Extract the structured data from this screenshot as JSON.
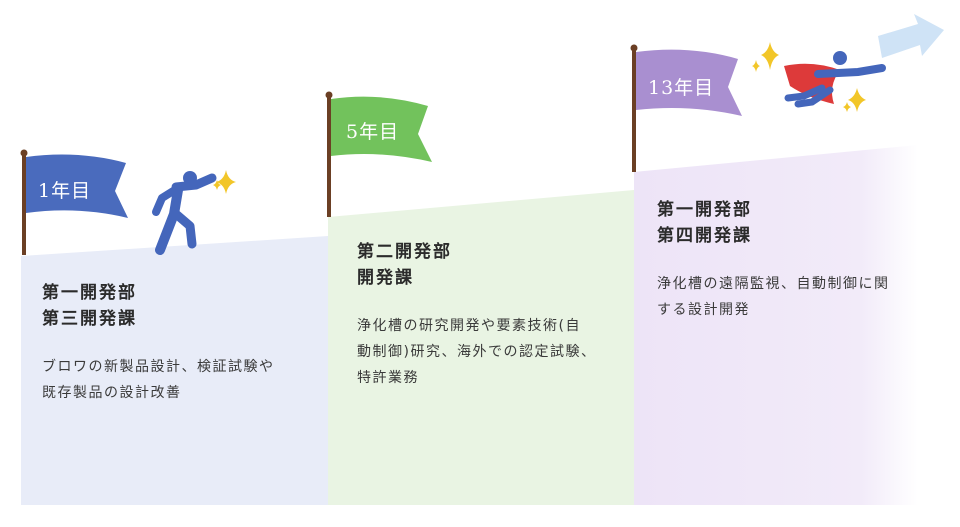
{
  "colors": {
    "step1_bg": "#e8ecf8",
    "step2_bg": "#e9f4e3",
    "step3_bg": "#ede4f7",
    "flag1": "#4a6bbd",
    "flag2": "#72c25c",
    "flag3": "#a98fd0",
    "pole": "#6b3f24",
    "figure": "#4466bb",
    "cape": "#dd3a3a",
    "sparkle": "#f2c629",
    "arrow": "#cfe3f6"
  },
  "steps": [
    {
      "flag": "1年目",
      "dept_lines": [
        "第一開発部",
        "第三開発課"
      ],
      "desc_lines": [
        "ブロワの新製品設計、検証試験や",
        "既存製品の設計改善"
      ]
    },
    {
      "flag": "5年目",
      "dept_lines": [
        "第二開発部",
        "開発課"
      ],
      "desc_lines": [
        "浄化槽の研究開発や要素技術(自",
        "動制御)研究、海外での認定試験、",
        "特許業務"
      ]
    },
    {
      "flag": "13年目",
      "dept_lines": [
        "第一開発部",
        "第四開発課"
      ],
      "desc_lines": [
        "浄化槽の遠隔監視、自動制御に関",
        "する設計開発"
      ]
    }
  ],
  "icons": [
    "running-person-icon",
    "sparkle-icon",
    "flying-hero-icon",
    "forward-arrow-icon"
  ]
}
